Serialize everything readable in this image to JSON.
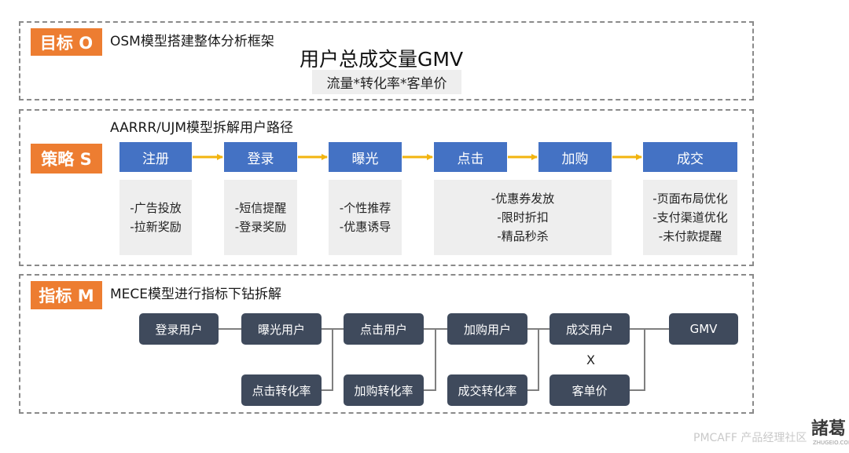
{
  "objective": {
    "tag": "目标 O",
    "caption": "OSM模型搭建整体分析框架",
    "title": "用户总成交量GMV",
    "formula": "流量*转化率*客单价"
  },
  "strategy": {
    "tag": "策略 S",
    "caption": "AARRR/UJM模型拆解用户路径",
    "steps": [
      {
        "label": "注册",
        "details": [
          "-广告投放",
          "-拉新奖励"
        ]
      },
      {
        "label": "登录",
        "details": [
          "-短信提醒",
          "-登录奖励"
        ]
      },
      {
        "label": "曝光",
        "details": [
          "-个性推荐",
          "-优惠诱导"
        ]
      },
      {
        "label": "点击",
        "details": [
          "-优惠券发放",
          "-限时折扣",
          "-精品秒杀"
        ]
      },
      {
        "label": "加购",
        "details": []
      },
      {
        "label": "成交",
        "details": [
          "-页面布局优化",
          "-支付渠道优化",
          "-未付款提醒"
        ]
      }
    ]
  },
  "metrics": {
    "tag": "指标 M",
    "caption": "MECE模型进行指标下钻拆解",
    "nodes": {
      "login_users": "登录用户",
      "exposure_users": "曝光用户",
      "click_users": "点击用户",
      "cart_users": "加购用户",
      "deal_users": "成交用户",
      "gmv": "GMV",
      "click_rate": "点击转化率",
      "cart_rate": "加购转化率",
      "deal_rate": "成交转化率",
      "avg_price": "客单价"
    },
    "multiply": "X"
  },
  "watermark": {
    "brand": "PMCAFF 产品经理社区",
    "logo": "諸葛",
    "logo_sub": "ZHUGEIO.COM"
  },
  "colors": {
    "tag": "#ed7d31",
    "step": "#4472c4",
    "arrow": "#f2b40f",
    "node": "#3f4a5c",
    "detail_bg": "#eeeeee"
  }
}
